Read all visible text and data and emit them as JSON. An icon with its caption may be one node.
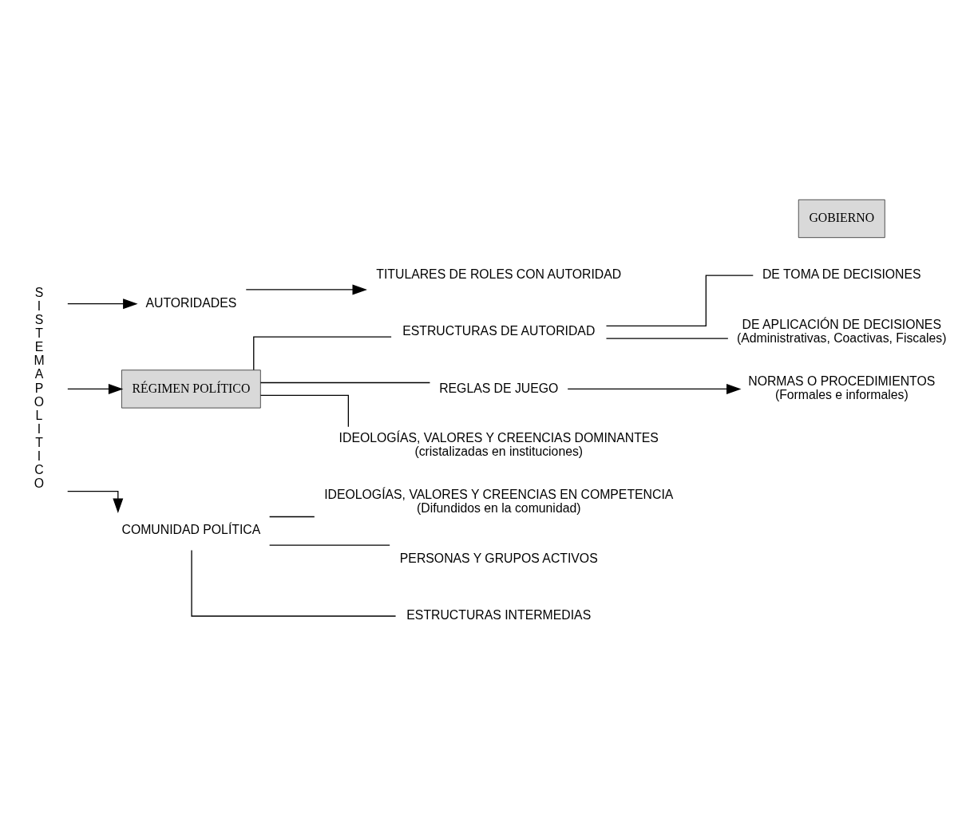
{
  "diagram": {
    "nodes": [
      {
        "text": [
          "S I S T E M A P O L I T I C O"
        ]
      },
      {
        "text": [
          "AUTORIDADES"
        ]
      },
      {
        "text": [
          "TITULARES DE ROLES CON AUTORIDAD"
        ]
      },
      {
        "text": [
          "RÉGIMEN POLÍTICO"
        ]
      },
      {
        "text": [
          "ESTRUCTURAS DE AUTORIDAD"
        ]
      },
      {
        "text": [
          "DE TOMA DE DECISIONES"
        ]
      },
      {
        "text": [
          "GOBIERNO"
        ]
      },
      {
        "text": [
          "DE APLICACIÓN DE DECISIONES",
          "(Administrativas, Coactivas, Fiscales)"
        ]
      },
      {
        "text": [
          "REGLAS DE JUEGO"
        ]
      },
      {
        "text": [
          "NORMAS O PROCEDIMIENTOS",
          "(Formales e informales)"
        ]
      },
      {
        "text": [
          "IDEOLOGÍAS, VALORES Y CREENCIAS DOMINANTES",
          "(cristalizadas en instituciones)"
        ]
      },
      {
        "text": [
          "COMUNIDAD POLÍTICA"
        ]
      },
      {
        "text": [
          "IDEOLOGÍAS, VALORES Y CREENCIAS EN COMPETENCIA",
          "(Difundidos en la comunidad)"
        ]
      },
      {
        "text": [
          "PERSONAS Y GRUPOS ACTIVOS"
        ]
      },
      {
        "text": [
          "ESTRUCTURAS INTERMEDIAS"
        ]
      }
    ],
    "edges": [
      {
        "from": 0,
        "to": 1,
        "arrow": "to"
      },
      {
        "from": 1,
        "to": 2,
        "arrow": "to"
      },
      {
        "from": 0,
        "to": 3,
        "arrow": "to"
      },
      {
        "from": 3,
        "to": 4,
        "arrow": "none"
      },
      {
        "from": 4,
        "to": 5,
        "arrow": "none"
      },
      {
        "from": 4,
        "to": 7,
        "arrow": "none"
      },
      {
        "from": 3,
        "to": 8,
        "arrow": "none"
      },
      {
        "from": 8,
        "to": 9,
        "arrow": "to"
      },
      {
        "from": 3,
        "to": 10,
        "arrow": "none"
      },
      {
        "from": 0,
        "to": 11,
        "arrow": "to"
      },
      {
        "from": 11,
        "to": 12,
        "arrow": "none"
      },
      {
        "from": 11,
        "to": 13,
        "arrow": "none"
      },
      {
        "from": 11,
        "to": 14,
        "arrow": "none"
      }
    ]
  }
}
